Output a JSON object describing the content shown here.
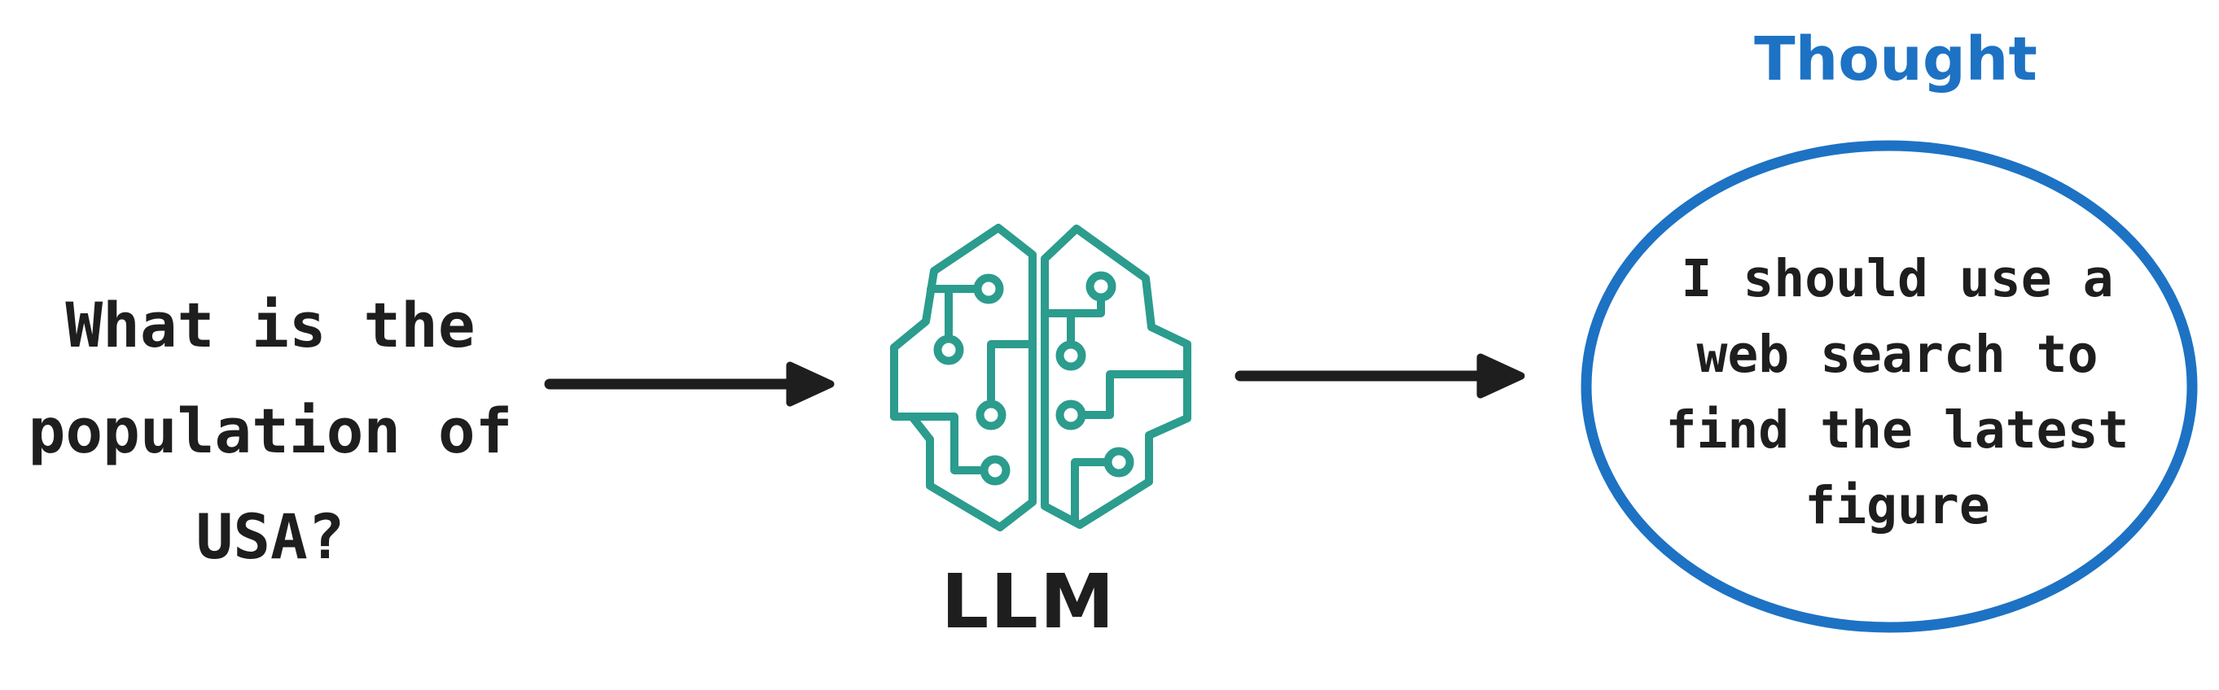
{
  "diagram": {
    "question": {
      "text": "What is the\npopulation of\nUSA?"
    },
    "llm": {
      "icon": "brain-circuit-icon",
      "label": "LLM"
    },
    "thought": {
      "label": "Thought",
      "text": "I should use a\nweb search to\nfind the latest\nfigure"
    }
  },
  "colors": {
    "ink": "#1e1e1e",
    "teal": "#2b9c8d",
    "blue": "#1d72c4",
    "background": "#ffffff"
  }
}
